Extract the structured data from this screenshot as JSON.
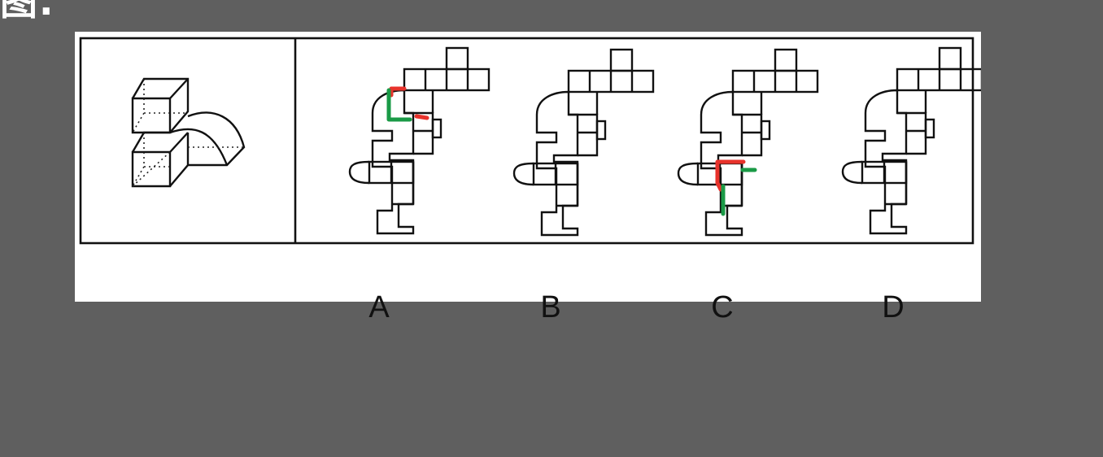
{
  "header": {
    "text": "图."
  },
  "options": [
    {
      "label": "A"
    },
    {
      "label": "B"
    },
    {
      "label": "C"
    },
    {
      "label": "D"
    }
  ],
  "colors": {
    "background": "#5f5f5f",
    "panel": "#ffffff",
    "mark_red": "#e8322b",
    "mark_green": "#1a9a46"
  }
}
